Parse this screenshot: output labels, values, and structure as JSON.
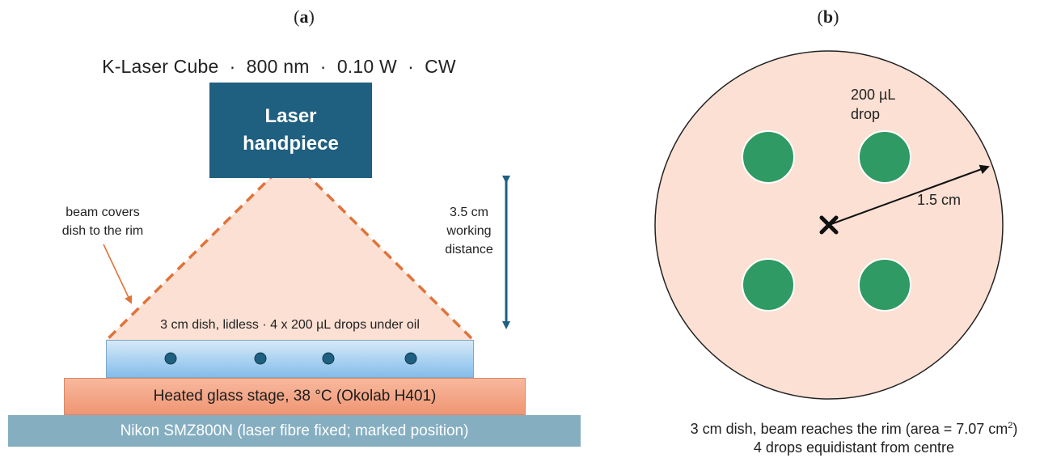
{
  "panel_a": {
    "label_open": "(",
    "label_letter": "a",
    "label_close": ")",
    "title": "K-Laser Cube  ·  800 nm  ·  0.10 W  ·  CW",
    "handpiece_line1": "Laser",
    "handpiece_line2": "handpiece",
    "beam_note_line1": "beam covers",
    "beam_note_line2": "dish to the rim",
    "distance_line1": "3.5 cm",
    "distance_line2": "working",
    "distance_line3": "distance",
    "dish_label": "3 cm dish, lidless · 4 x 200 µL drops under oil",
    "stage_label": "Heated glass stage, 38 °C (Okolab H401)",
    "scope_label": "Nikon SMZ800N (laser fibre fixed; marked position)"
  },
  "panel_b": {
    "label_open": "(",
    "label_letter": "b",
    "label_close": ")",
    "drop_label_line1": "200 µL",
    "drop_label_line2": "drop",
    "radius_label": "1.5 cm",
    "caption_line1_pre": "3 cm dish, beam reaches the rim (area = 7.07 cm",
    "caption_line1_sup": "2",
    "caption_line1_post": ")",
    "caption_line2": "4 drops equidistant from centre"
  },
  "colors": {
    "handpiece": "#1f5f80",
    "beam_fill": "#fbe0d3",
    "beam_edge": "#e0733a",
    "arrow": "#1f5f80",
    "drop_dark": "#1f5f80",
    "drop_green": "#2f9a63",
    "dish_outline": "#222222"
  }
}
